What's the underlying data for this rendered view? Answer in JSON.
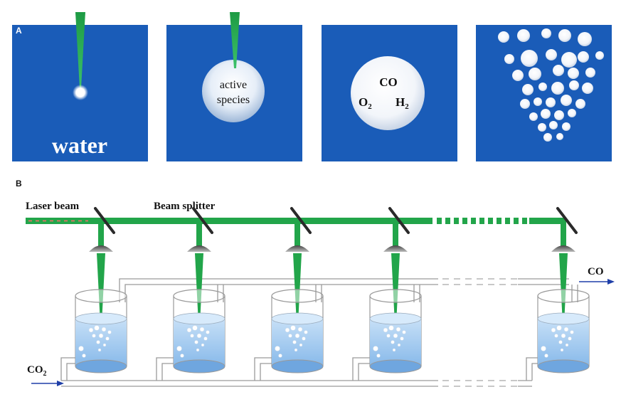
{
  "panel_a": {
    "label": "A",
    "water_label": "water",
    "bubble2_line1": "active",
    "bubble2_line2": "species",
    "bubble3_line1": "CO",
    "bubble3_o": "O",
    "bubble3_o_sub": "2",
    "bubble3_h": "H",
    "bubble3_h_sub": "2"
  },
  "panel_b": {
    "label": "B",
    "laser_beam": "Laser beam",
    "beam_splitter": "Beam splitter",
    "co_out": "CO",
    "co2_in_base": "CO",
    "co2_in_sub": "2"
  },
  "colors": {
    "panel_blue": "#1a5cb8",
    "laser_green": "#22a54a",
    "water_blue": "#a8cff0",
    "flow_arrow": "#1f3fa8"
  }
}
